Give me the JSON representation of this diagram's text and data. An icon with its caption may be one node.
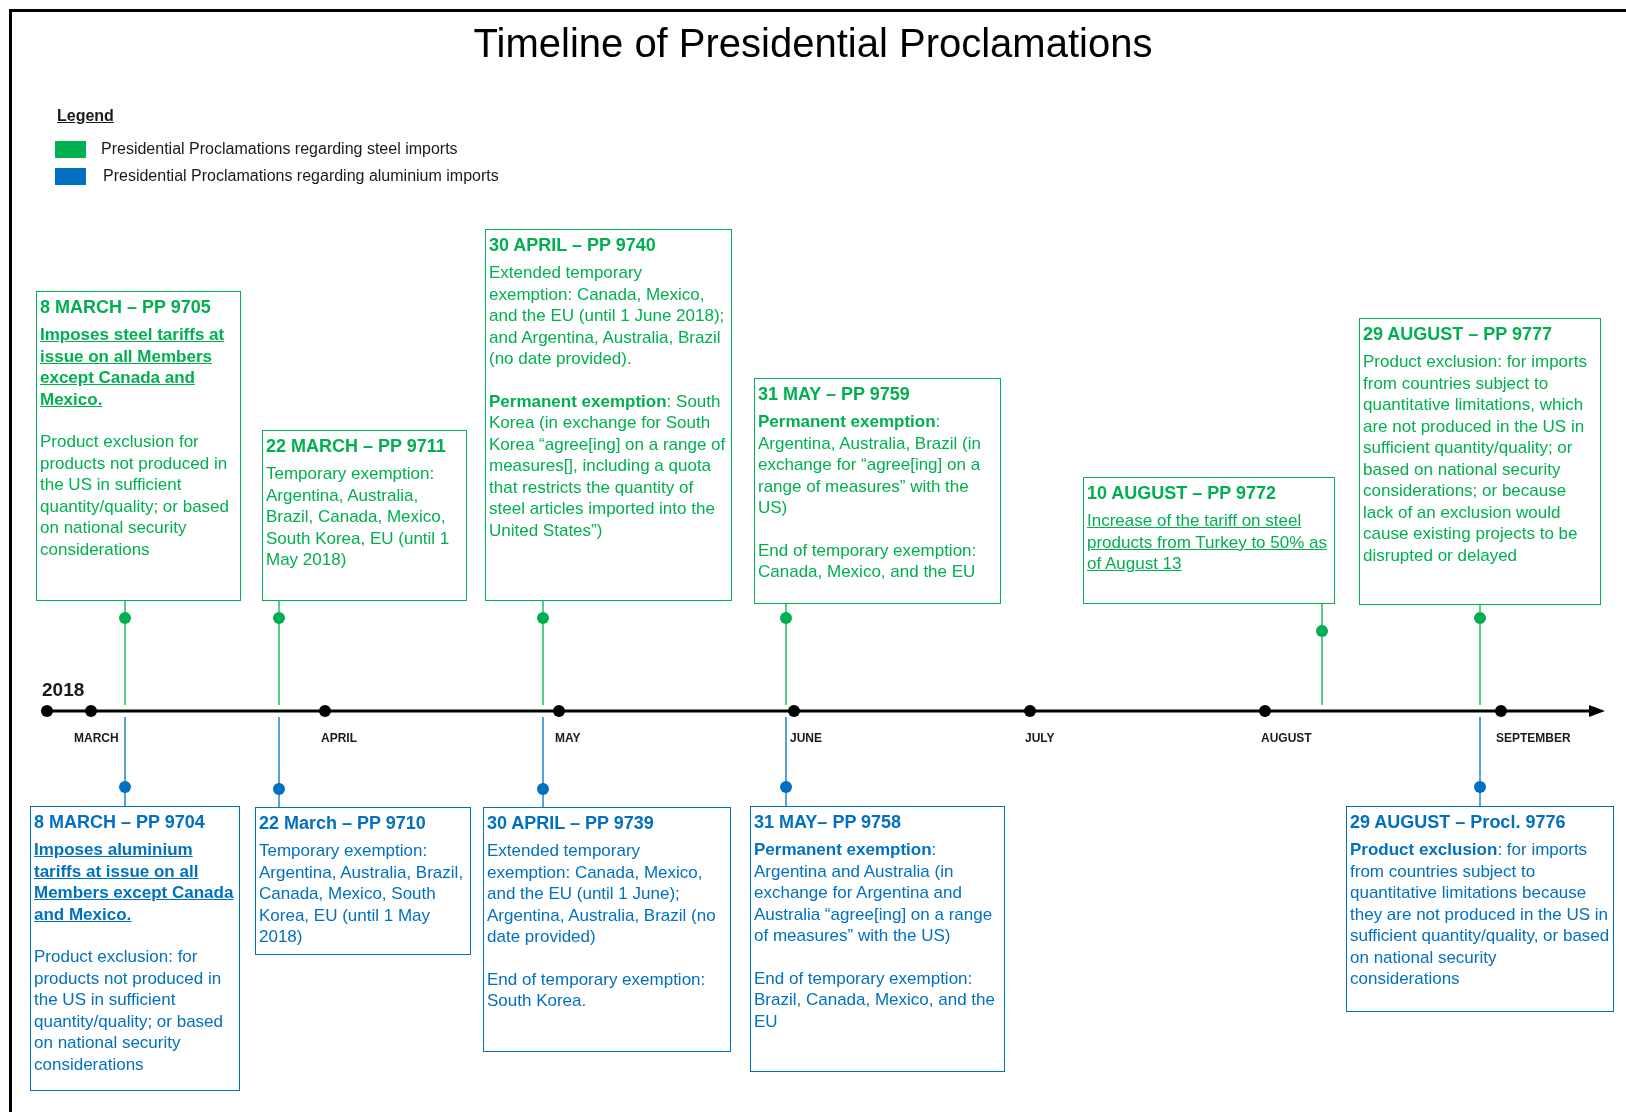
{
  "diagram": {
    "title": "Timeline of Presidential Proclamations",
    "nodes": [
      {
        "text": [
          "8 MARCH – PP 9705",
          "Imposes steel tariffs at issue on all Members except Canada and Mexico.",
          "Product exclusion for products not produced in the US in sufficient quantity/quality; or based on national security considerations"
        ]
      },
      {
        "text": [
          "22 MARCH – PP 9711",
          "Temporary exemption: Argentina, Australia, Brazil, Canada, Mexico, South Korea, EU (until 1 May 2018)"
        ]
      },
      {
        "text": [
          "30 APRIL – PP 9740",
          "Extended temporary exemption: Canada, Mexico, and the EU (until 1 June 2018); and Argentina, Australia, Brazil (no date provided).",
          "**Permanent exemption**: South Korea (in exchange for South Korea “agree[ing] on a range of measures[], including a quota that restricts the quantity of steel articles imported into the United States”)"
        ]
      },
      {
        "text": [
          "31 MAY – PP 9759",
          "**Permanent exemption**: Argentina, Australia, Brazil (in exchange for “agree[ing] on a range of measures” with the US)",
          "End of temporary exemption: Canada, Mexico, and the EU"
        ]
      },
      {
        "text": [
          "10 AUGUST – PP 9772",
          "Increase of the tariff on steel products from Turkey to 50% as of August 13"
        ]
      },
      {
        "text": [
          "29 AUGUST – PP 9777",
          "Product exclusion: for imports from countries subject to quantitative limitations, which are not produced in the US in sufficient quantity/quality; or based on national security considerations; or because lack of an exclusion would cause existing projects to be disrupted or delayed"
        ]
      },
      {
        "text": [
          "8 MARCH – PP 9704",
          "Imposes aluminium tariffs at issue on all Members except Canada and Mexico.",
          "Product exclusion: for products not produced in the US in sufficient quantity/quality; or based on national security considerations"
        ]
      },
      {
        "text": [
          "22 March – PP 9710",
          "Temporary exemption: Argentina, Australia, Brazil, Canada, Mexico, South Korea, EU (until 1 May 2018)"
        ]
      },
      {
        "text": [
          "30 APRIL – PP 9739",
          "Extended temporary exemption: Canada, Mexico, and the EU (until 1 June); Argentina, Australia, Brazil (no date provided)",
          "End of temporary exemption: South Korea."
        ]
      },
      {
        "text": [
          "31 MAY– PP 9758",
          "**Permanent exemption**: Argentina and Australia (in exchange for Argentina and Australia “agree[ing] on a range of measures” with the US)",
          "End of temporary exemption: Brazil, Canada, Mexico, and the EU"
        ]
      },
      {
        "text": [
          "29 AUGUST – Procl. 9776",
          "**Product exclusion**: for imports from countries subject to quantitative limitations because they are not produced in the US in sufficient quantity/quality, or based on national security considerations"
        ]
      },
      {
        "text": [],
        "shape": "arrow"
      }
    ],
    "edges": [
      {
        "from": 0,
        "to": 11,
        "arrow": "other"
      },
      {
        "from": 1,
        "to": 11,
        "arrow": "other"
      },
      {
        "from": 2,
        "to": 11,
        "arrow": "other"
      },
      {
        "from": 3,
        "to": 11,
        "arrow": "other"
      },
      {
        "from": 4,
        "to": 11,
        "arrow": "other"
      },
      {
        "from": 5,
        "to": 11,
        "arrow": "other"
      },
      {
        "from": 6,
        "to": 11,
        "arrow": "other",
        "color": "#0070c0"
      },
      {
        "from": 7,
        "to": 11,
        "arrow": "other",
        "color": "#0070c0"
      },
      {
        "from": 8,
        "to": 11,
        "arrow": "other",
        "color": "#0070c0"
      },
      {
        "from": 9,
        "to": 11,
        "arrow": "other",
        "color": "#0070c0"
      },
      {
        "from": 10,
        "to": 11,
        "arrow": "other",
        "color": "#0070c0"
      }
    ],
    "labels": [
      "Legend",
      "2018",
      "MARCH",
      "APRIL",
      "MAY",
      "JUNE",
      "JULY",
      "AUGUST",
      "SEPTEMBER"
    ],
    "legend": [
      {
        "text": "Presidential Proclamations regarding steel imports",
        "color": "#00b050"
      },
      {
        "text": "Presidential Proclamations regarding aluminium imports",
        "color": "#0070c0"
      }
    ]
  }
}
